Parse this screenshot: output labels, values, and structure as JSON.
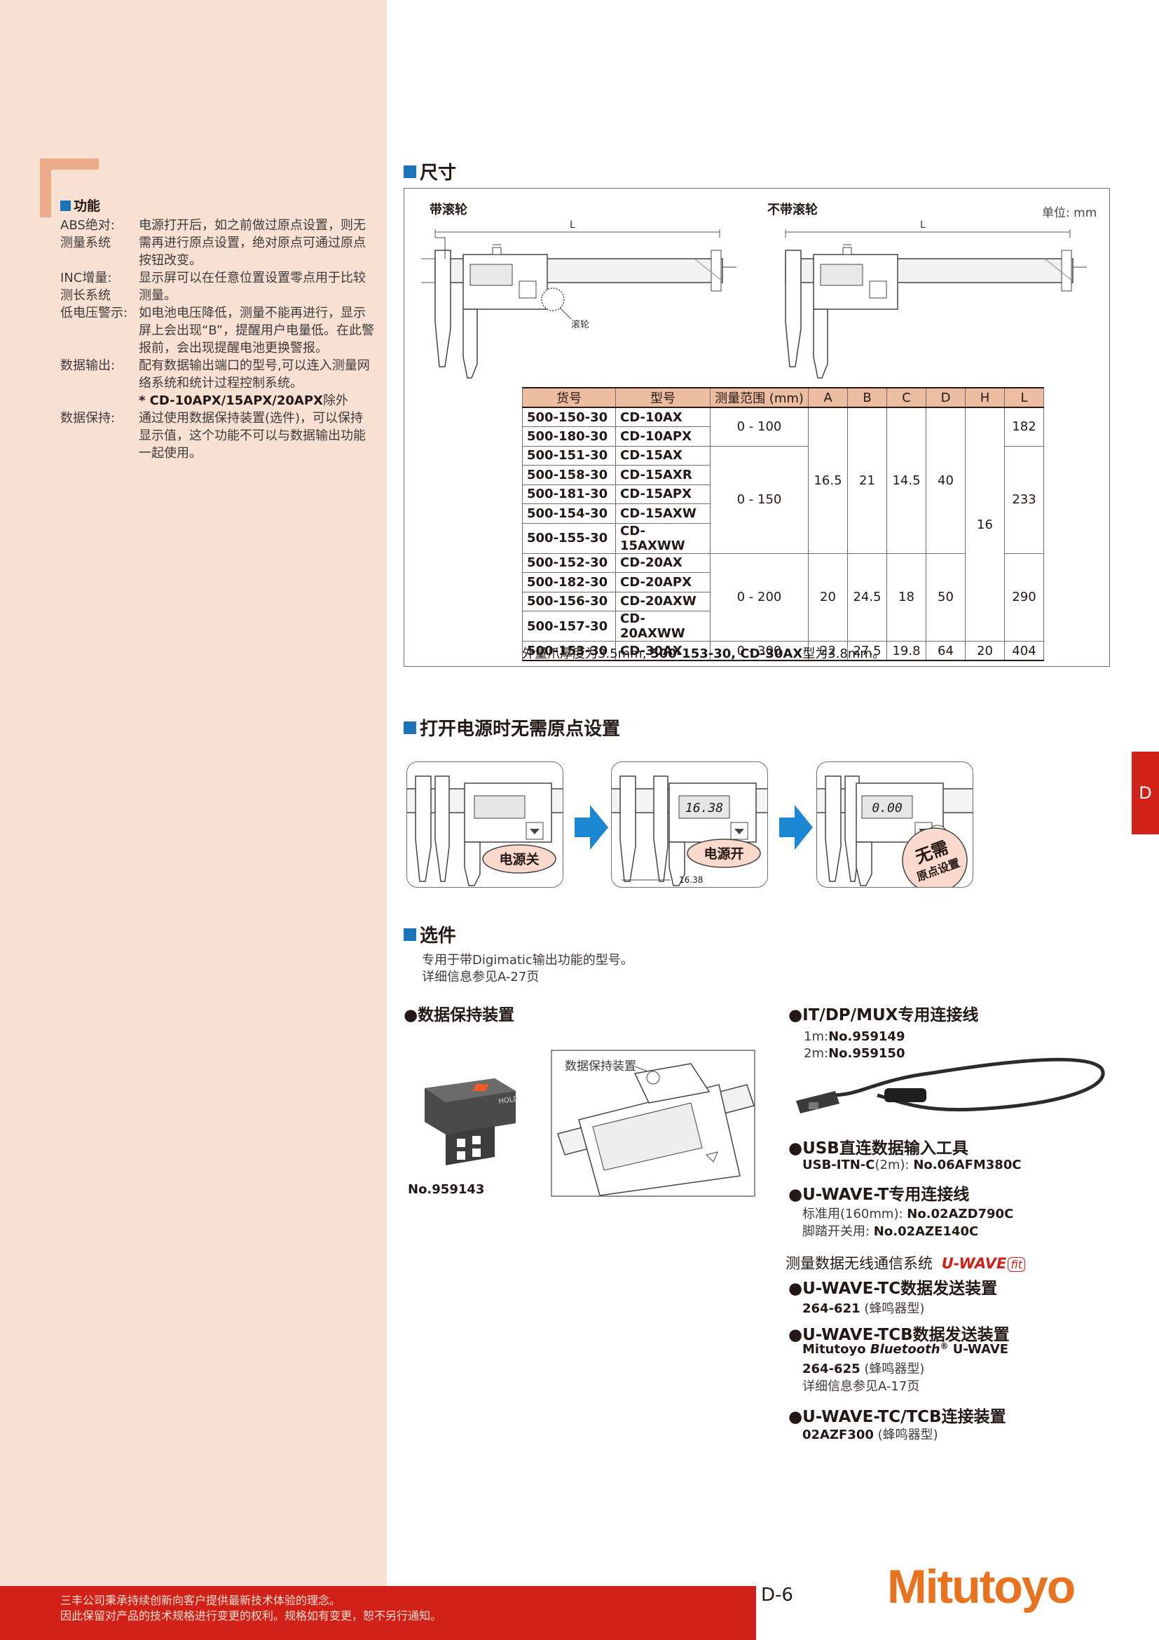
{
  "left": {
    "title": "功能",
    "items": [
      {
        "term": "ABS绝对:",
        "term2": "测量系统",
        "desc": "电源打开后，如之前做过原点设置，则无需再进行原点设置，绝对原点可通过原点按钮改变。"
      },
      {
        "term": "INC增量:",
        "term2": "测长系统",
        "desc": "显示屏可以在任意位置设置零点用于比较测量。"
      },
      {
        "term": "低电压警示:",
        "term2": "",
        "desc": "如电池电压降低，测量不能再进行，显示屏上会出现“B”，提醒用户电量低。在此警报前，会出现提醒电池更换警报。"
      },
      {
        "term": "数据输出:",
        "term2": "",
        "desc": "配有数据输出端口的型号,可以连入测量网络系统和统计过程控制系统。",
        "note_bold": "* CD-10APX/15APX/20APX",
        "note_rest": "除外"
      },
      {
        "term": "数据保持:",
        "term2": "",
        "desc": "通过使用数据保持装置(选件)，可以保持显示值，这个功能不可以与数据输出功能一起使用。"
      }
    ]
  },
  "dimensions": {
    "title": "尺寸",
    "with_roller": "带滚轮",
    "without_roller": "不带滚轮",
    "unit": "单位: mm",
    "roller_label": "滚轮",
    "L": "L",
    "headers": [
      "货号",
      "型号",
      "测量范围 (mm)",
      "A",
      "B",
      "C",
      "D",
      "H",
      "L"
    ],
    "rows": [
      {
        "code": "500-150-30",
        "model": "CD-10AX"
      },
      {
        "code": "500-180-30",
        "model": "CD-10APX"
      },
      {
        "code": "500-151-30",
        "model": "CD-15AX"
      },
      {
        "code": "500-158-30",
        "model": "CD-15AXR"
      },
      {
        "code": "500-181-30",
        "model": "CD-15APX"
      },
      {
        "code": "500-154-30",
        "model": "CD-15AXW"
      },
      {
        "code": "500-155-30",
        "model": "CD-15AXWW"
      },
      {
        "code": "500-152-30",
        "model": "CD-20AX"
      },
      {
        "code": "500-182-30",
        "model": "CD-20APX"
      },
      {
        "code": "500-156-30",
        "model": "CD-20AXW"
      },
      {
        "code": "500-157-30",
        "model": "CD-20AXWW"
      },
      {
        "code": "500-153-30",
        "model": "CD-30AX"
      }
    ],
    "range": {
      "r1": "0 - 100",
      "r2": "0 - 150",
      "r3": "0 - 200",
      "r4": "0 - 300"
    },
    "g1": {
      "A": "16.5",
      "B": "21",
      "C": "14.5",
      "D": "40"
    },
    "g2": {
      "A": "20",
      "B": "24.5",
      "C": "18",
      "D": "50"
    },
    "g3": {
      "A": "22",
      "B": "27.5",
      "C": "19.8",
      "D": "64",
      "H": "20",
      "L": "404"
    },
    "H_main": "16",
    "L1": "182",
    "L2": "233",
    "L3": "290",
    "note_pre": "外量爪厚度为3.5mm, ",
    "note_bold": "500-153-30, CD-30AX",
    "note_post": "型为3.8mm。"
  },
  "no_origin": {
    "title": "打开电源时无需原点设置",
    "power_off": "电源关",
    "power_on": "电源开",
    "display1": "",
    "display2": "16.38",
    "display3": "0.00",
    "dim_value": "16.38",
    "badge_big": "无需",
    "badge_small": "原点设置"
  },
  "options": {
    "title": "选件",
    "intro1": "专用于带Digimatic输出功能的型号。",
    "intro2": "详细信息参见A-27页",
    "data_hold": "●数据保持装置",
    "data_hold_label": "数据保持装置",
    "hold_text": "HOLD",
    "data_hold_no": "No.959143",
    "cable_title": "●IT/DP/MUX专用连接线",
    "cable_1m_pre": "1m:",
    "cable_1m": "No.959149",
    "cable_2m_pre": "2m:",
    "cable_2m": "No.959150",
    "usb_title": "●USB直连数据输入工具",
    "usb_pre": "USB-ITN-C",
    "usb_mid": "(2m): ",
    "usb_no": "No.06AFM380C",
    "uwt_title": "●U-WAVE-T专用连接线",
    "uwt_std_pre": "标准用(160mm): ",
    "uwt_std": "No.02AZD790C",
    "uwt_foot_pre": "脚踏开关用: ",
    "uwt_foot": "No.02AZE140C",
    "wireless_title": "测量数据无线通信系统",
    "uwave_logo": "U-WAVE",
    "uwave_fit": "fit",
    "tc_title": "●U-WAVE-TC数据发送装置",
    "tc_no": "264-621",
    "tc_note": " (蜂鸣器型)",
    "tcb_title": "●U-WAVE-TCB数据发送装置",
    "tcb_line1_a": "Mitutoyo ",
    "tcb_line1_b": "Bluetooth",
    "tcb_line1_c": "®",
    "tcb_line1_d": " U-WAVE",
    "tcb_no": "264-625",
    "tcb_note": " (蜂鸣器型)",
    "tcb_ref": "详细信息参见A-17页",
    "conn_title": "●U-WAVE-TC/TCB连接装置",
    "conn_no": "02AZF300",
    "conn_note": " (蜂鸣器型)"
  },
  "side_tab": "D",
  "footer": {
    "line1": "三丰公司秉承持续创新向客户提供最新技术体验的理念。",
    "line2": "因此保留对产品的技术规格进行变更的权利。规格如有变更，恕不另行通知。",
    "page": "D-6",
    "logo": "Mitutoyo"
  },
  "colors": {
    "accent_blue": "#1b74ba",
    "brand_red": "#d12018",
    "panel_bg": "#f8e1d3",
    "logo_orange": "#e8721e"
  }
}
